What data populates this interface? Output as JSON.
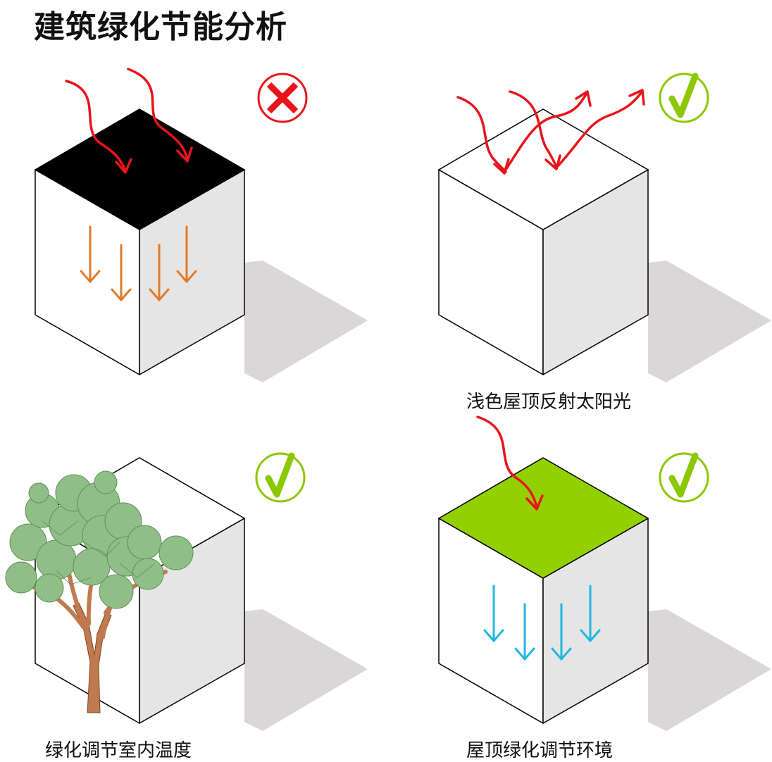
{
  "title": "建筑绿化节能分析",
  "panels": [
    {
      "id": "dark-roof",
      "verdict": "cross",
      "caption": "",
      "roof_color": "#000000"
    },
    {
      "id": "light-roof",
      "verdict": "check",
      "caption": "浅色屋顶反射太阳光",
      "roof_color": "#ffffff"
    },
    {
      "id": "tree-shading",
      "verdict": "check",
      "caption": "绿化调节室内温度",
      "roof_color": "#ffffff"
    },
    {
      "id": "green-roof",
      "verdict": "check",
      "caption": "屋顶绿化调节环境",
      "roof_color": "#92d000"
    }
  ],
  "colors": {
    "sun_ray": "#e8141b",
    "heat_in": "#e07a2a",
    "cool_in": "#1fb8e0",
    "check_green": "#8cc800",
    "cross_red": "#e8141b",
    "side_face": "#e5e5e5",
    "shadow": "#d9d7d8",
    "tree_leaf": "#8fbf86",
    "tree_trunk": "#c17a4f"
  },
  "icons": [
    "cross-icon",
    "check-icon",
    "sun-ray-arrow-icon",
    "heat-arrow-icon",
    "cool-arrow-icon",
    "tree-icon"
  ]
}
